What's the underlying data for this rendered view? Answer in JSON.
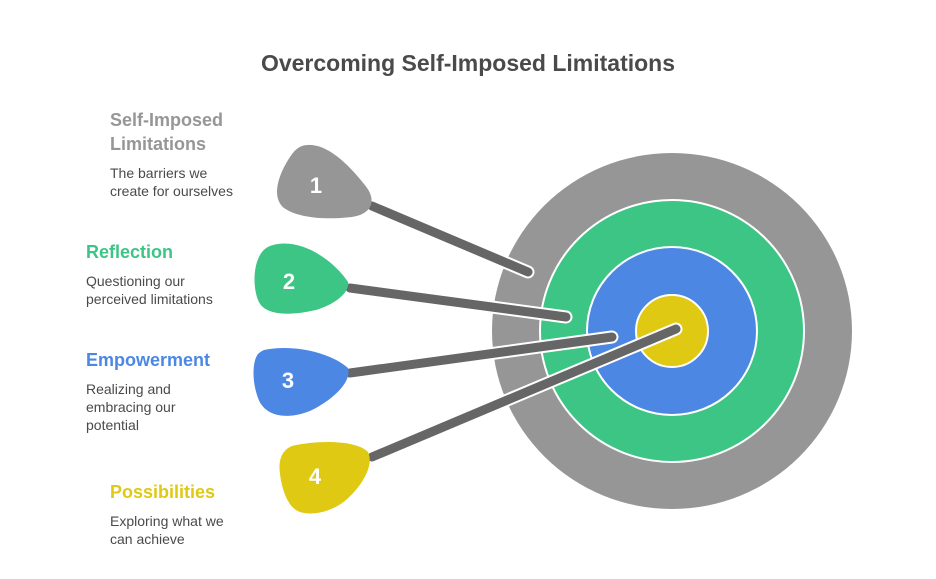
{
  "title": "Overcoming Self-Imposed Limitations",
  "steps": [
    {
      "number": "1",
      "heading": "Self-Imposed Limitations",
      "heading_lines": [
        "Self-Imposed",
        "Limitations"
      ],
      "description": "The barriers we create for ourselves",
      "color": "#969696"
    },
    {
      "number": "2",
      "heading": "Reflection",
      "description": "Questioning our perceived limitations",
      "color": "#3dc585"
    },
    {
      "number": "3",
      "heading": "Empowerment",
      "description": "Realizing and embracing our potential",
      "color": "#4c87e4"
    },
    {
      "number": "4",
      "heading": "Possibilities",
      "description": "Exploring what we can achieve",
      "color": "#dfc913"
    }
  ],
  "target": {
    "rings": [
      {
        "name": "outer",
        "color": "#969696"
      },
      {
        "name": "second",
        "color": "#3dc585"
      },
      {
        "name": "third",
        "color": "#4c87e4"
      },
      {
        "name": "bullseye",
        "color": "#dfc913"
      }
    ],
    "arrow_color": "#666666"
  }
}
